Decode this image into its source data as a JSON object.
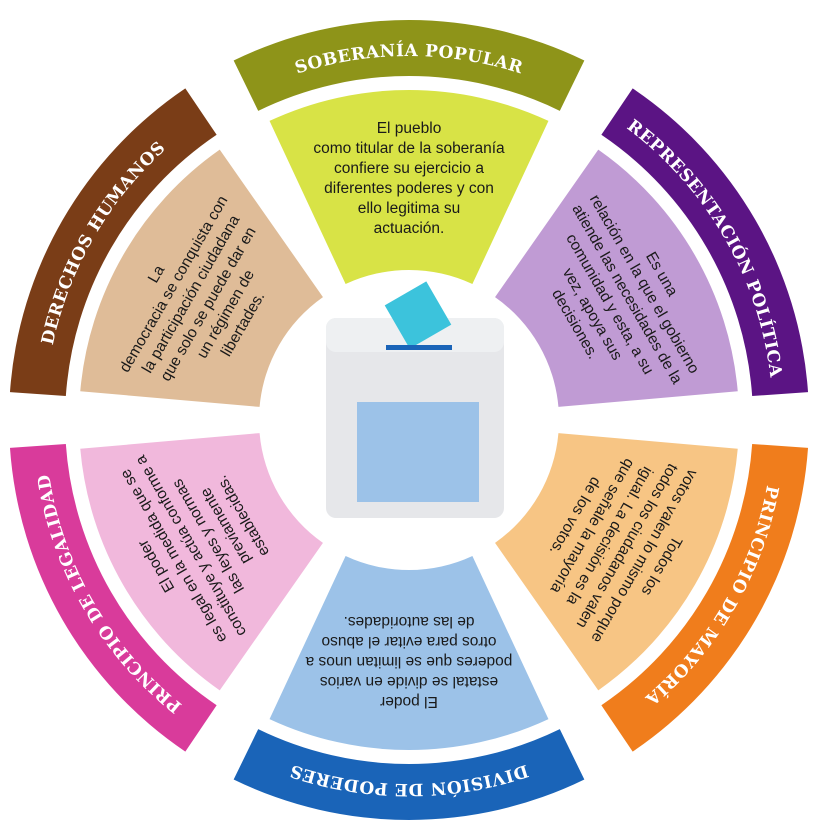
{
  "segments": [
    {
      "id": "soberania",
      "title": "SOBERANÍA POPULAR",
      "outer_color": "#8e9419",
      "inner_color": "#d8e346",
      "lines": [
        "El pueblo",
        "como titular de la soberanía",
        "confiere su ejercicio a",
        "diferentes poderes y con",
        "ello legitima su",
        "actuación."
      ]
    },
    {
      "id": "representacion",
      "title": "REPRESENTACIÓN POLÍTICA",
      "outer_color": "#5b1484",
      "inner_color": "#c09bd4",
      "lines": [
        "Es una",
        "relación en la que el gobierno",
        "atiende las necesidades de la",
        "comunidad y esta, a su",
        "vez, apoya sus",
        "decisiones."
      ]
    },
    {
      "id": "mayoria",
      "title": "PRINCIPIO DE MAYORÍA",
      "outer_color": "#f07d1c",
      "inner_color": "#f7c584",
      "lines": [
        "Todos los",
        "votos valen lo mismo porque",
        "todos los ciudadanos valen",
        "igual. La decisión es la",
        "que señale la mayoría",
        "de los votos."
      ]
    },
    {
      "id": "division",
      "title": "DIVISIÓN DE PODERES",
      "outer_color": "#1a64b8",
      "inner_color": "#9cc2e8",
      "lines": [
        "El poder",
        "estatal se divide en varios",
        "poderes que se limitan unos a",
        "otros para evitar el abuso",
        "de las autoridades."
      ]
    },
    {
      "id": "legalidad",
      "title": "PRINCIPIO DE LEGALIDAD",
      "outer_color": "#d93b9b",
      "inner_color": "#f1b8dc",
      "lines": [
        "El poder",
        "es legal en la medida que se",
        "constituye y actúa conforme a",
        "las leyes y normas",
        "previamente",
        "establecidas."
      ]
    },
    {
      "id": "derechos",
      "title": "DERECHOS HUMANOS",
      "outer_color": "#7a3d17",
      "inner_color": "#dfbc98",
      "lines": [
        "La",
        "democracia se conquista con",
        "la participación ciudadana",
        "que solo se puede dar en",
        "un régimen de",
        "libertades."
      ]
    }
  ],
  "center": {
    "icon": "ballot-box-icon",
    "box_color": "#e6e7ea",
    "window_color": "#9cc2e8",
    "ballot_color": "#3cc3dc",
    "slot_color": "#1a64b8"
  }
}
